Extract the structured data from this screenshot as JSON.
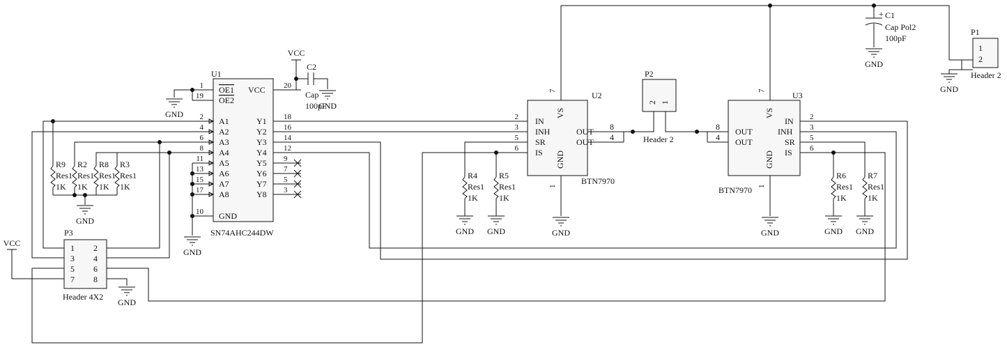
{
  "colors": {
    "line": "#111111",
    "body": "#f7f7f7",
    "background": "#ffffff"
  },
  "net_labels": {
    "vcc": "VCC",
    "gnd": "GND"
  },
  "components": {
    "u1": {
      "ref": "U1",
      "part": "SN74AHC244DW",
      "left_pins": [
        {
          "num": "1",
          "name": "OE1",
          "overbar": true
        },
        {
          "num": "19",
          "name": "OE2",
          "overbar": true
        },
        {
          "num": "2",
          "name": "A1"
        },
        {
          "num": "4",
          "name": "A2"
        },
        {
          "num": "6",
          "name": "A3"
        },
        {
          "num": "8",
          "name": "A4"
        },
        {
          "num": "11",
          "name": "A5"
        },
        {
          "num": "13",
          "name": "A6"
        },
        {
          "num": "15",
          "name": "A7"
        },
        {
          "num": "17",
          "name": "A8"
        },
        {
          "num": "10",
          "name": "GND"
        }
      ],
      "right_pins": [
        {
          "num": "20",
          "name": "VCC"
        },
        {
          "num": "18",
          "name": "Y1"
        },
        {
          "num": "16",
          "name": "Y2"
        },
        {
          "num": "14",
          "name": "Y3"
        },
        {
          "num": "12",
          "name": "Y4"
        },
        {
          "num": "9",
          "name": "Y5"
        },
        {
          "num": "7",
          "name": "Y6"
        },
        {
          "num": "5",
          "name": "Y7"
        },
        {
          "num": "3",
          "name": "Y8"
        }
      ]
    },
    "u2": {
      "ref": "U2",
      "part": "BTN7970",
      "left_pins": [
        {
          "num": "2",
          "name": "IN"
        },
        {
          "num": "3",
          "name": "INH"
        },
        {
          "num": "5",
          "name": "SR"
        },
        {
          "num": "6",
          "name": "IS"
        }
      ],
      "right_pins": [
        {
          "num": "8",
          "name": "OUT"
        },
        {
          "num": "4",
          "name": "OUT"
        }
      ],
      "vs_pin": {
        "num": "7",
        "name": "VS"
      },
      "gnd_pin": {
        "num": "1",
        "name": "GND"
      }
    },
    "u3": {
      "ref": "U3",
      "part": "BTN7970",
      "left_pins": [
        {
          "num": "8",
          "name": "OUT"
        },
        {
          "num": "4",
          "name": "OUT"
        }
      ],
      "right_pins": [
        {
          "num": "2",
          "name": "IN"
        },
        {
          "num": "3",
          "name": "INH"
        },
        {
          "num": "5",
          "name": "SR"
        },
        {
          "num": "6",
          "name": "IS"
        }
      ],
      "vs_pin": {
        "num": "7",
        "name": "VS"
      },
      "gnd_pin": {
        "num": "1",
        "name": "GND"
      }
    },
    "c1": {
      "ref": "C1",
      "type": "Cap Pol2",
      "value": "100pF",
      "plus": "+"
    },
    "c2": {
      "ref": "C2",
      "type": "Cap",
      "value": "100pF"
    },
    "p1": {
      "ref": "P1",
      "type": "Header 2",
      "pins": [
        "1",
        "2"
      ]
    },
    "p2": {
      "ref": "P2",
      "type": "Header 2",
      "pins": [
        "2",
        "1"
      ]
    },
    "p3": {
      "ref": "P3",
      "type": "Header 4X2",
      "pins": [
        "1",
        "2",
        "3",
        "4",
        "5",
        "6",
        "7",
        "8"
      ]
    },
    "resistors": [
      {
        "ref": "R9",
        "type": "Res1",
        "value": "1K"
      },
      {
        "ref": "R2",
        "type": "Res1",
        "value": "1K"
      },
      {
        "ref": "R8",
        "type": "Res1",
        "value": "1K"
      },
      {
        "ref": "R3",
        "type": "Res1",
        "value": "1K"
      },
      {
        "ref": "R4",
        "type": "Res1",
        "value": "1K"
      },
      {
        "ref": "R5",
        "type": "Res1",
        "value": "1K"
      },
      {
        "ref": "R6",
        "type": "Res1",
        "value": "1K"
      },
      {
        "ref": "R7",
        "type": "Res1",
        "value": "1K"
      }
    ]
  }
}
